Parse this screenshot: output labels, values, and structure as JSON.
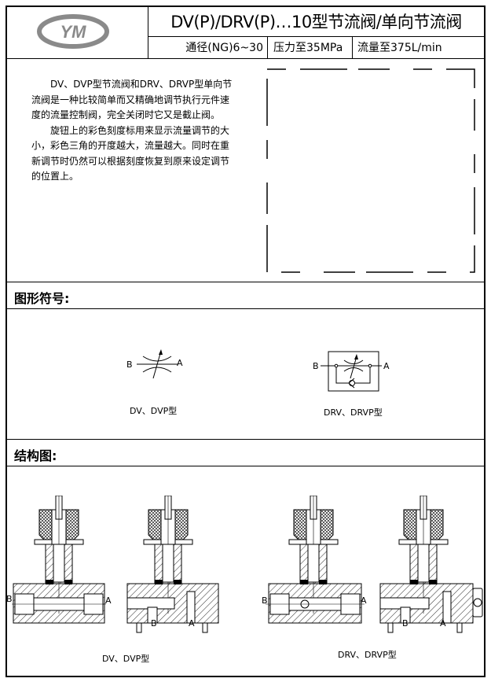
{
  "header": {
    "logo_text": "YM",
    "title": "DV(P)/DRV(P)…10型节流阀/单向节流阀",
    "specs": [
      "通径(NG)6~30",
      "压力至35MPa",
      "流量至375L/min"
    ]
  },
  "intro": {
    "paragraphs": [
      "DV、DVP型节流阀和DRV、DRVP型单向节流阀是一种比较简单而又精确地调节执行元件速度的流量控制阀，完全关闭时它又是截止阀。",
      "旋钮上的彩色刻度标用来显示流量调节的大小，彩色三角的开度越大，流量越大。同时在重新调节时仍然可以根据刻度恢复到原来设定调节的位置上。"
    ]
  },
  "symbols": {
    "heading": "图形符号:",
    "items": [
      {
        "left_port": "B",
        "right_port": "A",
        "caption": "DV、DVP型"
      },
      {
        "left_port": "B",
        "right_port": "A",
        "caption": "DRV、DRVP型"
      }
    ]
  },
  "structure": {
    "heading": "结构图:",
    "drawings": [
      {
        "ports": [
          "B",
          "A"
        ]
      },
      {
        "ports": [
          "B",
          "A"
        ]
      },
      {
        "ports": [
          "B",
          "A"
        ]
      },
      {
        "ports": [
          "B",
          "A"
        ]
      }
    ],
    "captions": [
      "DV、DVP型",
      "DRV、DRVP型"
    ]
  },
  "colors": {
    "logo": "#8a8a8a",
    "line": "#000000"
  }
}
